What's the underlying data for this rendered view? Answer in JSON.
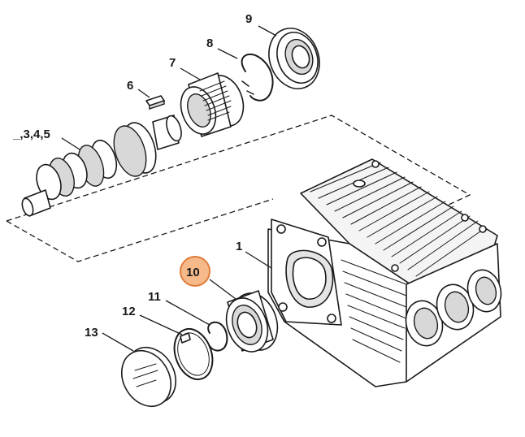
{
  "parts": {
    "p1": "1",
    "p345": "_,3,4,5",
    "p6": "6",
    "p7": "7",
    "p8": "8",
    "p9": "9",
    "p10": "10",
    "p11": "11",
    "p12": "12",
    "p13": "13"
  },
  "colors": {
    "highlight_fill": "#f5b98a",
    "highlight_stroke": "#e07b3a",
    "ink": "#1a1a1a"
  }
}
